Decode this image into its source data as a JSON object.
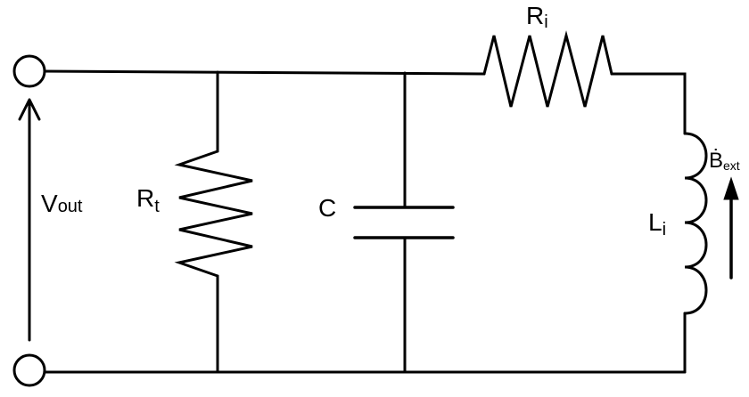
{
  "labels": {
    "v_out": {
      "main": "V",
      "sub": "out"
    },
    "r_t": {
      "main": "R",
      "sub": "t"
    },
    "c": {
      "main": "C"
    },
    "r_i": {
      "main": "R",
      "sub": "i"
    },
    "l_i": {
      "main": "L",
      "sub": "i"
    },
    "b_ext": {
      "main": "Ḃ",
      "sub": "ext"
    }
  }
}
